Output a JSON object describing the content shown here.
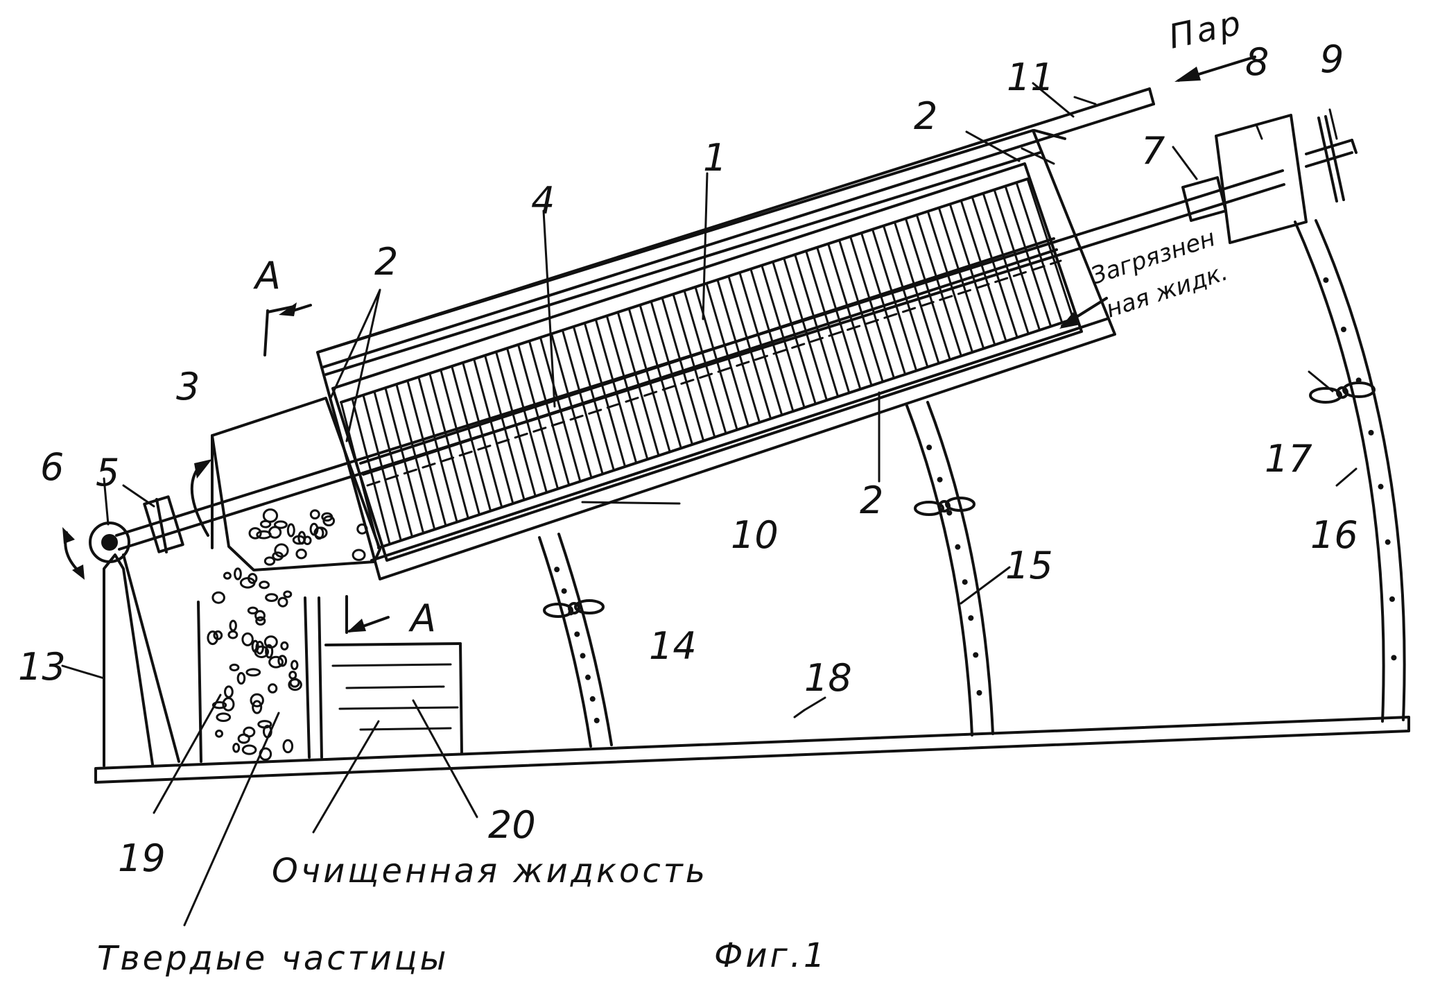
{
  "labels": {
    "n1": "1",
    "n2": "2",
    "n3": "3",
    "n4": "4",
    "n5": "5",
    "n6": "6",
    "n7": "7",
    "n8": "8",
    "n9": "9",
    "n10": "10",
    "n11": "11",
    "n13": "13",
    "n14": "14",
    "n15": "15",
    "n16": "16",
    "n17": "17",
    "n18": "18",
    "n19": "19",
    "n20": "20",
    "section_a": "A",
    "steam": "Пар",
    "dirty_liquid_1": "Загрязнен",
    "dirty_liquid_2": "ная жидк.",
    "clean_liquid": "Очищенная жидкость",
    "solid_particles": "Твердые частицы",
    "figure": "Фиг.1"
  },
  "colors": {
    "ink": "#111111",
    "paper": "#ffffff"
  }
}
